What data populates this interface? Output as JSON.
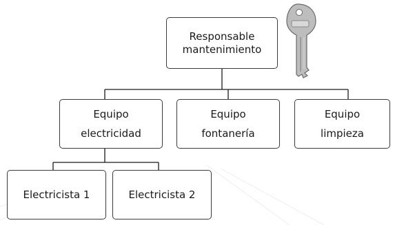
{
  "diagram": {
    "type": "org-chart",
    "nodes": {
      "root": {
        "lines": [
          "Responsable",
          "mantenimiento"
        ]
      },
      "electricidad": {
        "lines": [
          "Equipo",
          "electricidad"
        ]
      },
      "fontaneria": {
        "lines": [
          "Equipo",
          "fontanería"
        ]
      },
      "limpieza": {
        "lines": [
          "Equipo",
          "limpieza"
        ]
      },
      "electricista1": {
        "lines": [
          "Electricista 1"
        ]
      },
      "electricista2": {
        "lines": [
          "Electricista 2"
        ]
      }
    },
    "edges": [
      [
        "root",
        "electricidad"
      ],
      [
        "root",
        "fontaneria"
      ],
      [
        "root",
        "limpieza"
      ],
      [
        "electricidad",
        "electricista1"
      ],
      [
        "electricidad",
        "electricista2"
      ]
    ],
    "decoration_icon": "key-icon"
  },
  "colors": {
    "line": "#1a1a1a",
    "border": "#3a3a3a",
    "key_metal": "#b9b9b9"
  }
}
